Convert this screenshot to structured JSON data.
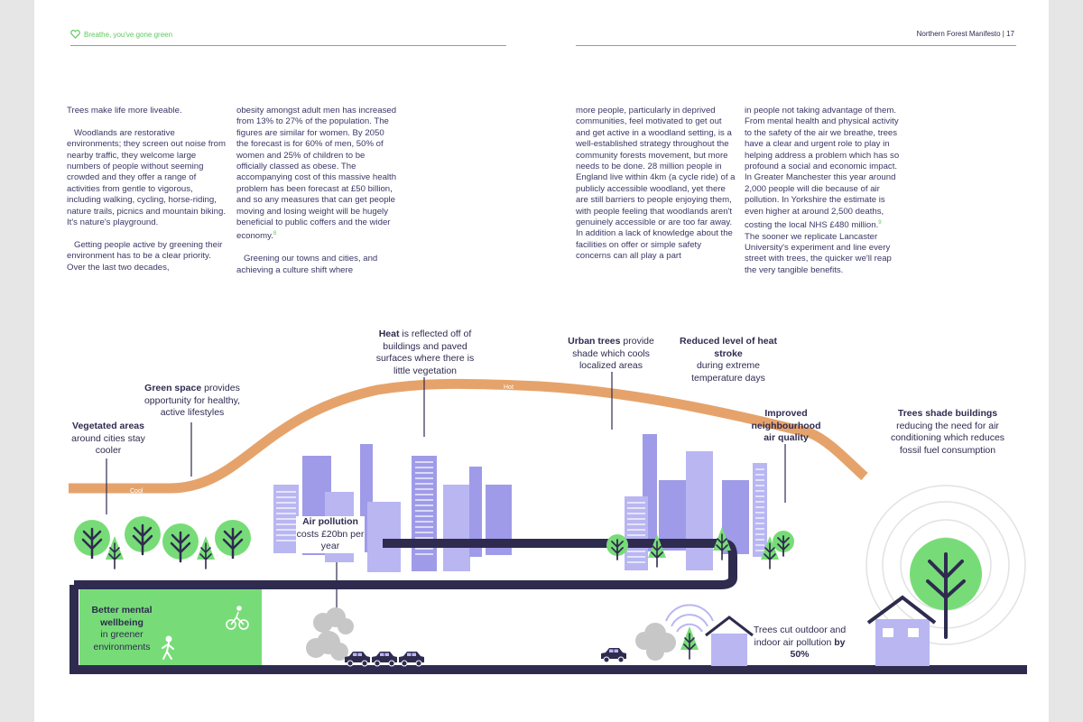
{
  "header": {
    "left_title": "Breathe, you've gone green",
    "right_title": "Northern Forest Manifesto | 17"
  },
  "body_text": {
    "col1": [
      "Trees make life more liveable.",
      "Woodlands are restorative environments; they screen out noise from nearby traffic, they welcome large numbers of people without seeming crowded and they offer a range of activities from gentle to vigorous, including walking, cycling, horse-riding, nature trails, picnics and mountain biking. It's nature's playground.",
      "Getting people active by greening their environment has to be a clear priority. Over the last two decades,"
    ],
    "col2": [
      "obesity amongst adult men has increased from 13% to 27% of the population. The figures are similar for women. By 2050 the forecast is for 60% of men, 50% of women and 25% of children to be officially classed as obese. The accompanying cost of this massive health problem has been forecast at £50 billion, and so any measures that can get people moving and losing weight will be hugely beneficial to public coffers and the wider economy.",
      "Greening our towns and cities, and achieving a culture shift where"
    ],
    "col2_footnote": "8",
    "col3": [
      "more people, particularly in deprived communities, feel motivated to get out and get active in a woodland setting, is a well-established strategy throughout the community forests movement, but more needs to be done. 28 million people in England live within 4km (a cycle ride) of a publicly accessible woodland, yet there are still barriers to people enjoying them, with people feeling that woodlands aren't genuinely accessible or are too far away. In addition a lack of knowledge about the facilities on offer or simple safety concerns can all play a part"
    ],
    "col4": [
      "in people not taking advantage of them. From mental health and physical activity to the safety of the air we breathe, trees have a clear and urgent role to play in helping address a problem which has so profound a social and economic impact. In Greater Manchester this year around 2,000 people will die because of air pollution. In Yorkshire the estimate is even higher at around 2,500 deaths, costing the local NHS £480 million.",
      "The sooner we replicate Lancaster University's experiment and line every street with trees, the quicker we'll reap the very tangible benefits."
    ],
    "col4_footnote": "9"
  },
  "diagram": {
    "curve_labels": {
      "cool_left": "Cool",
      "hot": "Hot",
      "cool_right": "Cool"
    },
    "annotations": {
      "vegetated": {
        "bold": "Vegetated areas",
        "text": "around cities stay cooler"
      },
      "green_space": {
        "bold": "Green space",
        "text": "provides opportunity for healthy, active lifestyles"
      },
      "heat": {
        "bold": "Heat",
        "text": "is reflected off of buildings and paved surfaces where there is little vegetation"
      },
      "urban_trees": {
        "bold": "Urban trees",
        "text": "provide shade which cools localized areas"
      },
      "heat_stroke": {
        "bold": "Reduced level of heat stroke",
        "text": "during extreme temperature days"
      },
      "air_quality": {
        "bold": "Improved neighbourhood air quality",
        "text": ""
      },
      "shade_buildings": {
        "bold": "Trees shade buildings",
        "text": "reducing the need for air conditioning which reduces fossil fuel consumption"
      },
      "air_pollution": {
        "bold": "Air pollution",
        "text": "costs £20bn per year"
      },
      "mental": {
        "bold": "Better mental wellbeing",
        "text": "in greener environments"
      },
      "pollution_cut": {
        "text": "Trees cut outdoor and indoor air pollution",
        "bold": "by 50%"
      }
    }
  },
  "colors": {
    "navy": "#2e2b4f",
    "green": "#77dc77",
    "lavender": "#b9b6f2",
    "purple": "#9f9be8",
    "orange": "#e5a36b",
    "grey_smoke": "#c7c7c7",
    "accent_green": "#5fc95f"
  }
}
